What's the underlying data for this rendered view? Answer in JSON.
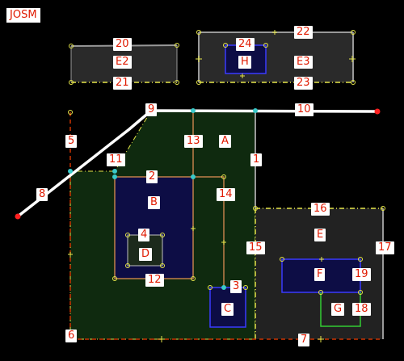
{
  "app": {
    "title": "JOSM"
  },
  "labels": {
    "E2": "E2",
    "E3": "E3",
    "H": "H",
    "A": "A",
    "B": "B",
    "C": "C",
    "D": "D",
    "E": "E",
    "F": "F",
    "G": "G",
    "n1": "1",
    "n2": "2",
    "n3": "3",
    "n4": "4",
    "n5": "5",
    "n6": "6",
    "n7": "7",
    "n8": "8",
    "n9": "9",
    "n10": "10",
    "n11": "11",
    "n12": "12",
    "n13": "13",
    "n14": "14",
    "n15": "15",
    "n16": "16",
    "n17": "17",
    "n18": "18",
    "n19": "19",
    "n20": "20",
    "n21": "21",
    "n22": "22",
    "n23": "23",
    "n24": "24"
  },
  "colors": {
    "background": "#000000",
    "label_text": "#e01a00",
    "road": "#ffffff",
    "landuse_fill": "#0f2a0f",
    "building_fill": "#2a2a2a",
    "area_blue_fill": "#0d0d45",
    "area_blue_stroke": "#3a3aff",
    "brown_line": "#c0804a",
    "green_line": "#33cc33",
    "red_dashed": "#cc3300",
    "yellow_dashdot": "#e6e64a",
    "gray_line": "#999999",
    "node_yellow": "#e6e64a",
    "node_cyan": "#39c9c9",
    "node_red": "#ff2020"
  }
}
